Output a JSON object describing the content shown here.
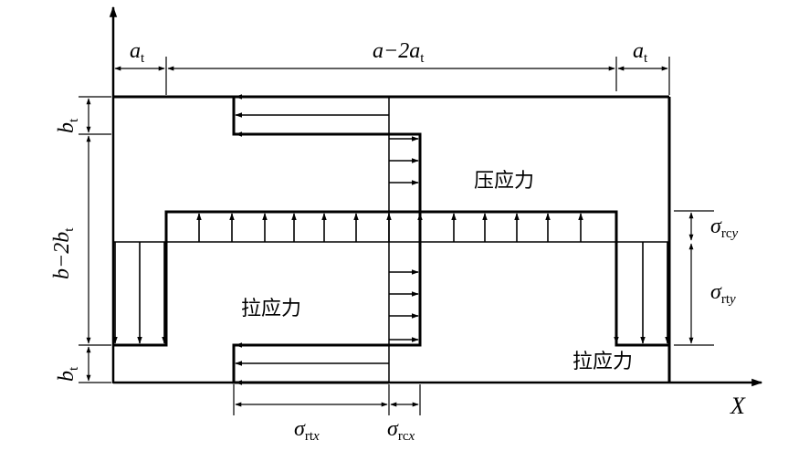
{
  "labels": {
    "a_t": {
      "main": "a",
      "sub": "t"
    },
    "a_minus_2at": {
      "pre": "a−2a",
      "sub": "t"
    },
    "b_t": {
      "main": "b",
      "sub": "t"
    },
    "b_minus_2bt": {
      "pre": "b−2b",
      "sub": "t"
    },
    "compressive_stress": "压应力",
    "tensile_stress": "拉应力",
    "sigma_rcy": {
      "main": "σ",
      "sub": "rc",
      "subvar": "y"
    },
    "sigma_rty": {
      "main": "σ",
      "sub": "rt",
      "subvar": "y"
    },
    "sigma_rtx": {
      "main": "σ",
      "sub": "rt",
      "subvar": "x"
    },
    "sigma_rcx": {
      "main": "σ",
      "sub": "rc",
      "subvar": "x"
    },
    "axis_x": "X"
  }
}
